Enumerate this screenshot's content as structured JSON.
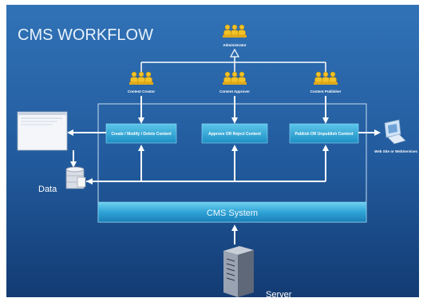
{
  "title": "CMS WORKFLOW",
  "roles": {
    "administrator": "Administrator",
    "creator": "Content Creator",
    "approver": "Content Approver",
    "publisher": "Content Publisher"
  },
  "processes": {
    "create": "Create / Modify / Delete Content",
    "approve": "Approve OR Reject Content",
    "publish": "Publish OR Unpublish Content"
  },
  "cms_system": "CMS System",
  "data_label": "Data",
  "server_label": "Server",
  "website_label": "Web Site or WebServices",
  "colors": {
    "background_top": "#2f6fb3",
    "background_bottom": "#143e7a",
    "process_box": "#30a8d6",
    "person_icon": "#f2c227",
    "arrow": "#ffffff"
  }
}
